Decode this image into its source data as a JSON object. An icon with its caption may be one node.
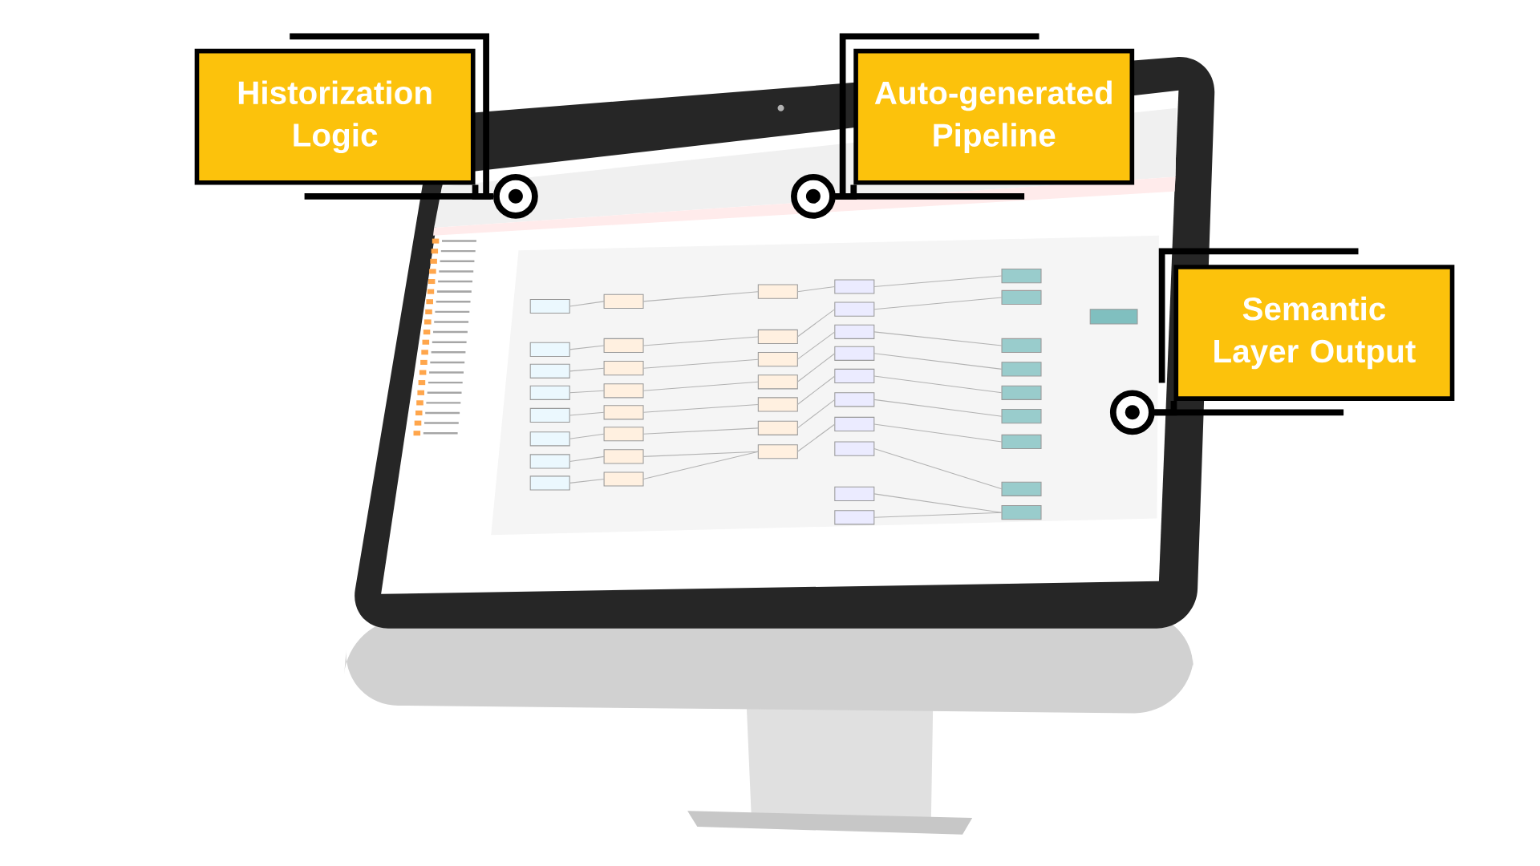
{
  "diagram": {
    "nodes": [
      {
        "text": [
          "Historization Logic"
        ]
      },
      {
        "text": [
          "Auto-generated Pipeline"
        ]
      },
      {
        "text": [
          "Semantic Layer Output"
        ]
      },
      {
        "text": [],
        "shape": "circle"
      },
      {
        "text": [],
        "shape": "circle"
      },
      {
        "text": [],
        "shape": "circle"
      }
    ],
    "edges": [
      {
        "from": 0,
        "to": 3,
        "arrow": "none"
      },
      {
        "from": 1,
        "to": 4,
        "arrow": "none"
      },
      {
        "from": 2,
        "to": 5,
        "arrow": "none"
      }
    ]
  }
}
